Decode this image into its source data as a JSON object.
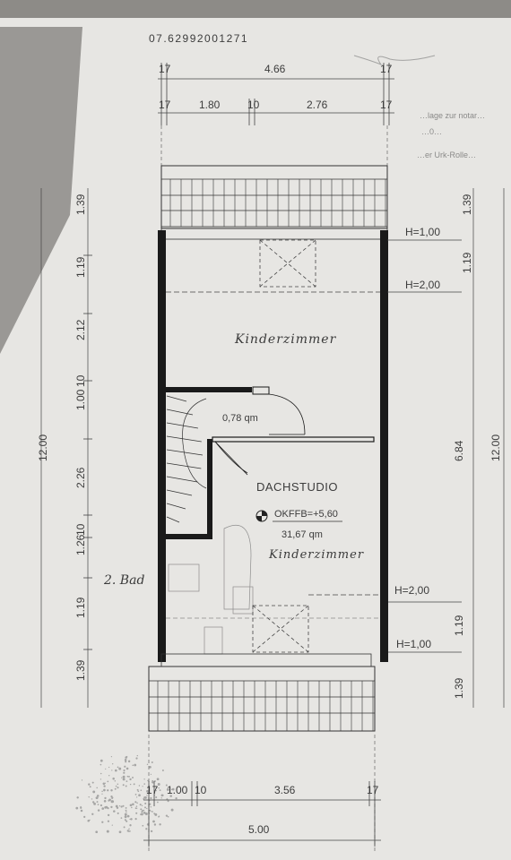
{
  "doc_number": "07.62992001271",
  "stamp_text": [
    "…lage zur notar…",
    "…0…",
    "…er Urk-Rolle…"
  ],
  "top_dims": {
    "total": "4.66",
    "left_wall": "17",
    "right_wall": "17",
    "seg_a": "1.80",
    "seg_b": "10",
    "seg_c": "2.76"
  },
  "bottom_dims": {
    "left_wall": "17",
    "seg_a": "1.00",
    "seg_b": "10",
    "seg_c": "3.56",
    "right_wall": "17",
    "total": "5.00"
  },
  "left_dims": [
    "1.39",
    "1.19",
    "2.12",
    "1.00",
    "10",
    "2.26",
    "10",
    "1.26",
    "1.19",
    "1.39"
  ],
  "left_total": "12.00",
  "right_dims": {
    "upper_a": "1.39",
    "upper_b": "1.19",
    "middle": "6.84",
    "lower_a": "1.19",
    "lower_b": "1.39",
    "total": "12.00"
  },
  "heights": {
    "top_1": "H=1,00",
    "top_2": "H=2,00",
    "bottom_1": "H=2,00",
    "bottom_2": "H=1,00"
  },
  "room": {
    "name": "DACHSTUDIO",
    "level": "OKFFB=+5,60",
    "area": "31,67 qm",
    "small_area": "0,78 qm"
  },
  "handwriting": {
    "upper": "Kinderzimmer",
    "lower": "Kinderzimmer",
    "bath": "2. Bad"
  }
}
